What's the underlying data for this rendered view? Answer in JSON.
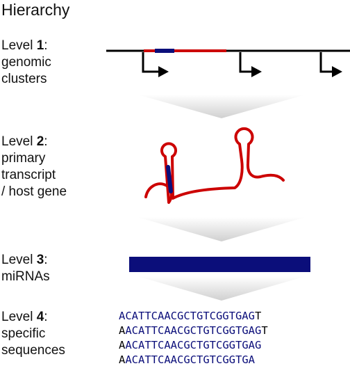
{
  "title": "Hierarchy",
  "levels": [
    {
      "prefix": "Level ",
      "num": "1",
      "suffix": ":",
      "desc1": "genomic",
      "desc2": "clusters",
      "desc3": ""
    },
    {
      "prefix": "Level ",
      "num": "2",
      "suffix": ":",
      "desc1": "primary",
      "desc2": "transcript",
      "desc3": "/ host gene"
    },
    {
      "prefix": "Level ",
      "num": "3",
      "suffix": ":",
      "desc1": "miRNAs",
      "desc2": "",
      "desc3": ""
    },
    {
      "prefix": "Level ",
      "num": "4",
      "suffix": ":",
      "desc1": "specific",
      "desc2": "sequences",
      "desc3": ""
    }
  ],
  "sequences": [
    {
      "lead": "",
      "core": "ACATTCAACGCTGTCGGTGAG",
      "tail": "T"
    },
    {
      "lead": "A",
      "core": "ACATTCAACGCTGTCGGTGAG",
      "tail": "T"
    },
    {
      "lead": "A",
      "core": "ACATTCAACGCTGTCGGTGAG",
      "tail": ""
    },
    {
      "lead": "A",
      "core": "ACATTCAACGCTGTCGGTGA",
      "tail": ""
    }
  ],
  "colors": {
    "primary": "#cc0000",
    "mirna": "#0b0e7a",
    "line": "#000000",
    "arrow_fade": "#d6d6d6"
  }
}
